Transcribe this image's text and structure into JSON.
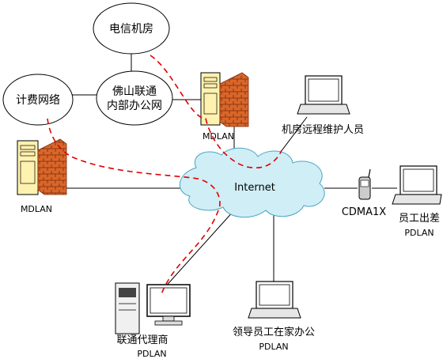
{
  "nodes": {
    "telecom_room": "电信机房",
    "billing_network": "计费网络",
    "foshan_unicom_line1": "佛山联通",
    "foshan_unicom_line2": "内部办公网",
    "firewall_top_label": "MDLAN",
    "firewall_left_label": "MDLAN",
    "internet": "Internet",
    "remote_maintenance": "机房远程维护人员",
    "cdma": "CDMA1X",
    "staff_travel": "员工出差",
    "staff_travel_sub": "PDLAN",
    "unicom_agent": "联通代理商",
    "unicom_agent_sub": "PDLAN",
    "leader_home": "领导员工在家办公",
    "leader_home_sub": "PDLAN"
  },
  "colors": {
    "line": "#000000",
    "tunnel": "#e00000",
    "cloud": "#cfeef6",
    "brick": "#d9662a",
    "server": "#fff2b0",
    "laptop_screen": "#ffffff"
  }
}
